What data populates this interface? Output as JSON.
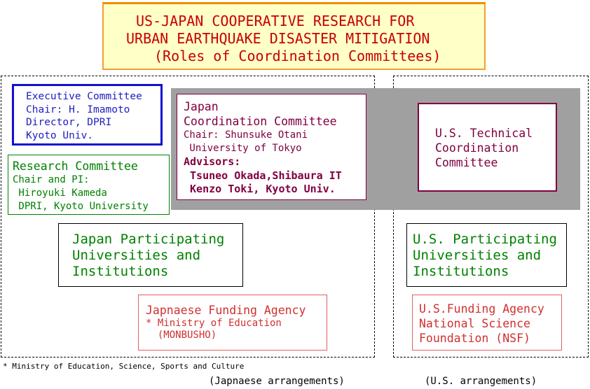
{
  "title": {
    "line1": "US-JAPAN COOPERATIVE RESEARCH FOR",
    "line2": "URBAN EARTHQUAKE DISASTER MITIGATION",
    "line3": "(Roles of Coordination Committees)"
  },
  "executive_committee": {
    "name": "Executive Committee",
    "chair": "Chair: H. Imamoto",
    "position": "Director, DPRI",
    "affiliation": "Kyoto Univ."
  },
  "research_committee": {
    "name": "Research Committee",
    "chair_label": "Chair and PI:",
    "chair_name": " Hiroyuki Kameda",
    "affiliation": " DPRI, Kyoto University"
  },
  "japan_coordination_committee": {
    "line1": "Japan",
    "line2": "Coordination Committee",
    "chair": "Chair: Shunsuke Otani",
    "affiliation": " University of Tokyo",
    "advisors_label": "Advisors:",
    "advisor1": " Tsuneo Okada,Shibaura IT",
    "advisor2": " Kenzo Toki, Kyoto Univ."
  },
  "us_technical_committee": {
    "line1": "U.S. Technical",
    "line2": "Coordination",
    "line3": "Committee"
  },
  "japan_participants": {
    "line1": "Japan Participating",
    "line2": "Universities and",
    "line3": "Institutions"
  },
  "us_participants": {
    "line1": "U.S. Participating",
    "line2": "Universities and",
    "line3": "Institutions"
  },
  "japan_funding": {
    "name": "Japnaese Funding Agency",
    "line2": "* Ministry of Education",
    "line3": "  (MONBUSHO)"
  },
  "us_funding": {
    "line1": "U.S.Funding Agency",
    "line2": "National Science",
    "line3": "Foundation (NSF)"
  },
  "footnote": "* Ministry of Education, Science, Sports and Culture",
  "japan_caption": "(Japnaese arrangements)",
  "us_caption": "(U.S. arrangements)",
  "colors": {
    "title_text": "#c80000",
    "title_fill": "#ffffc8",
    "executive": "#1010d0",
    "research": "#008000",
    "coordination": "#800040",
    "funding": "#d03030",
    "band": "#a0a0a0"
  }
}
